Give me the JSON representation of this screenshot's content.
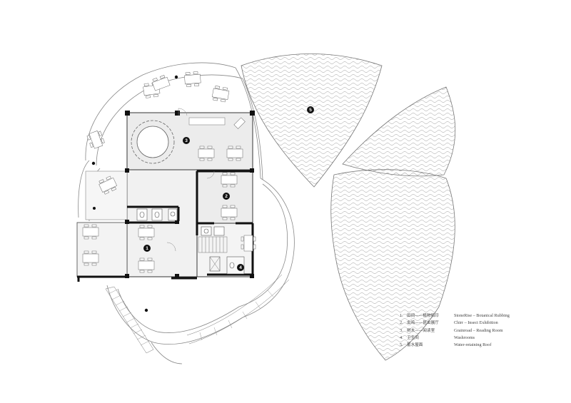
{
  "legend": {
    "items": [
      {
        "num": "1.",
        "zh": "田间——植物拓印",
        "en": "StoneRise  –  Botanical Rubbing"
      },
      {
        "num": "2.",
        "zh": "虫鸣——昆虫展厅",
        "en": "Chirr  –  Insect Exhibition"
      },
      {
        "num": "3.",
        "zh": "树木——阅读室",
        "en": "Grainroad  –  Reading Room"
      },
      {
        "num": "4.",
        "zh": "卫生间",
        "en": "Washrooms"
      },
      {
        "num": "5.",
        "zh": "蓄水屋面",
        "en": "Water-retaining Roof"
      }
    ]
  },
  "markers": [
    {
      "label": "1"
    },
    {
      "label": "2"
    },
    {
      "label": "3"
    },
    {
      "label": "4"
    },
    {
      "label": "5"
    }
  ]
}
